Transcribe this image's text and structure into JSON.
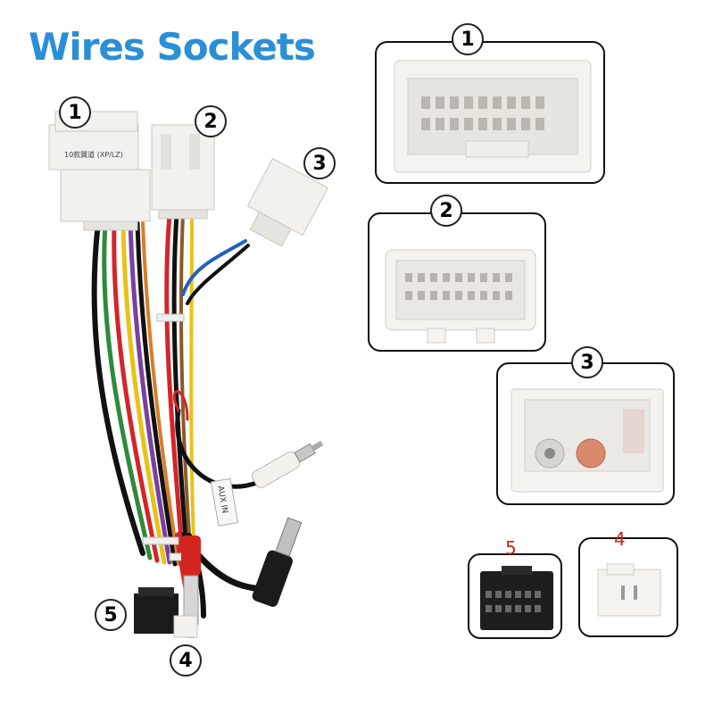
{
  "title": "Wires Sockets",
  "colors": {
    "title": "#2a8fd6",
    "panel_bg": "#ffffff",
    "connector": "#f2f1ee",
    "red_label": "#d0201b"
  },
  "harness": {
    "labels": [
      "1",
      "2",
      "3",
      "4",
      "5"
    ],
    "connector_1_print": "10款翼道 (XP/LZ)",
    "aux_tag": "AUX IN"
  },
  "panels": [
    {
      "label": "1"
    },
    {
      "label": "2"
    },
    {
      "label": "3"
    },
    {
      "label": "5"
    },
    {
      "label": "4"
    }
  ]
}
